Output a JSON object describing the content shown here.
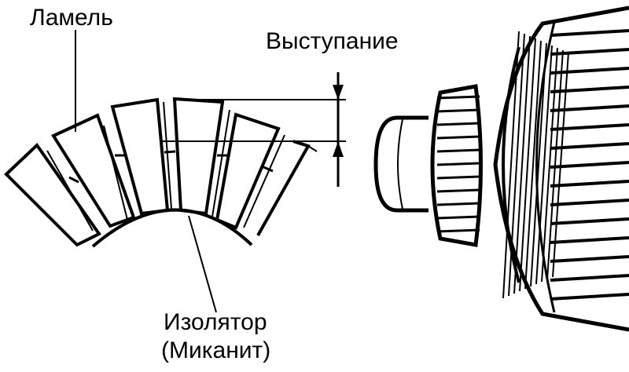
{
  "labels": {
    "lamel": "Ламель",
    "protrusion": "Выступание",
    "insulator_line1": "Изолятор",
    "insulator_line2": "(Миканит)"
  },
  "colors": {
    "ink": "#000000",
    "paper": "#ffffff"
  }
}
